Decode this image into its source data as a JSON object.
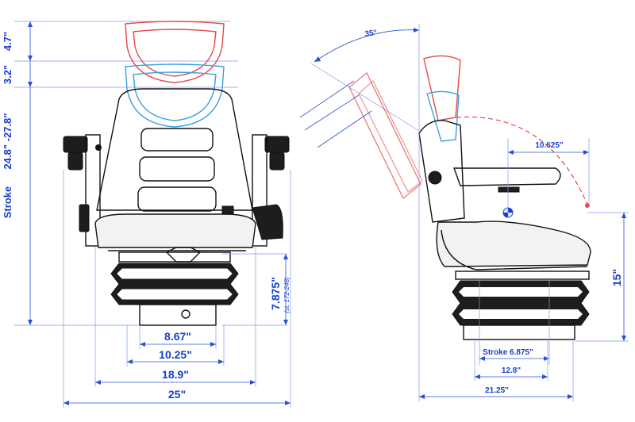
{
  "front_view": {
    "headrest_height": "4.7\"",
    "headrest_adjust": "3.2\"",
    "stroke_label": "Stroke",
    "back_height": "24.8\" -27.8\"",
    "suspension_height": "7.875\"",
    "suspension_range_note": "(st. 172-248)",
    "mount_width_inner": "8.67\"",
    "mount_width_outer": "10.25\"",
    "cushion_width": "18.9\"",
    "overall_width": "25\""
  },
  "side_view": {
    "recline_angle": "35°",
    "armrest_reach": "10.625\"",
    "seat_height": "15\"",
    "stroke": "Stroke 6.875\"",
    "rail_width": "12.8\"",
    "overall_depth": "21.25\""
  },
  "colors": {
    "dimension": "#1a3ec8",
    "headrest_raised": "#e24a4a",
    "headrest_lowered": "#3aa2dc",
    "outline": "#111111"
  }
}
